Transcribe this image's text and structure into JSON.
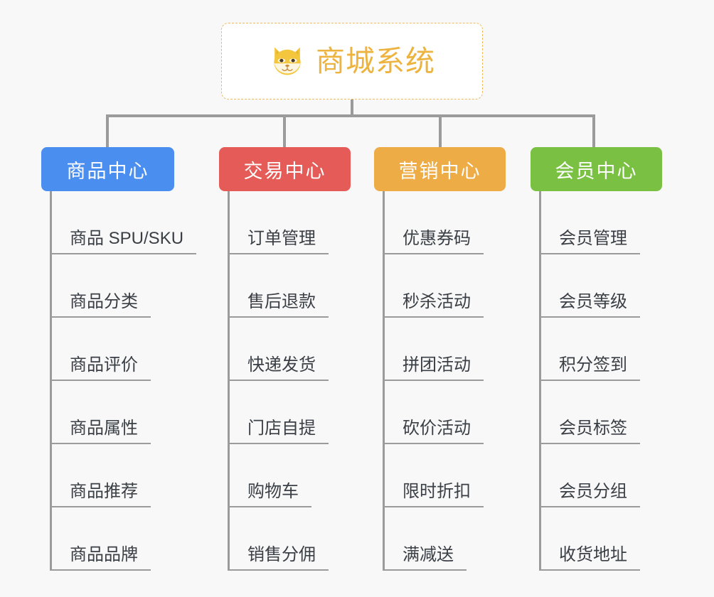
{
  "diagram": {
    "type": "org-chart",
    "background_color": "#f8f8f8",
    "connector_color": "#9b9b9b",
    "root": {
      "title": "商城系统",
      "icon": "shiba-dog-face-icon",
      "text_color": "#edb33f",
      "border_color": "#f0b95c",
      "background_color": "#ffffff"
    },
    "columns": [
      {
        "header": "商品中心",
        "color": "#4a8ef0",
        "items": [
          "商品 SPU/SKU",
          "商品分类",
          "商品评价",
          "商品属性",
          "商品推荐",
          "商品品牌"
        ]
      },
      {
        "header": "交易中心",
        "color": "#e45b57",
        "items": [
          "订单管理",
          "售后退款",
          "快递发货",
          "门店自提",
          "购物车",
          "销售分佣"
        ]
      },
      {
        "header": "营销中心",
        "color": "#eeac47",
        "items": [
          "优惠券码",
          "秒杀活动",
          "拼团活动",
          "砍价活动",
          "限时折扣",
          "满减送"
        ]
      },
      {
        "header": "会员中心",
        "color": "#7ac143",
        "items": [
          "会员管理",
          "会员等级",
          "积分签到",
          "会员标签",
          "会员分组",
          "收货地址"
        ]
      }
    ]
  }
}
